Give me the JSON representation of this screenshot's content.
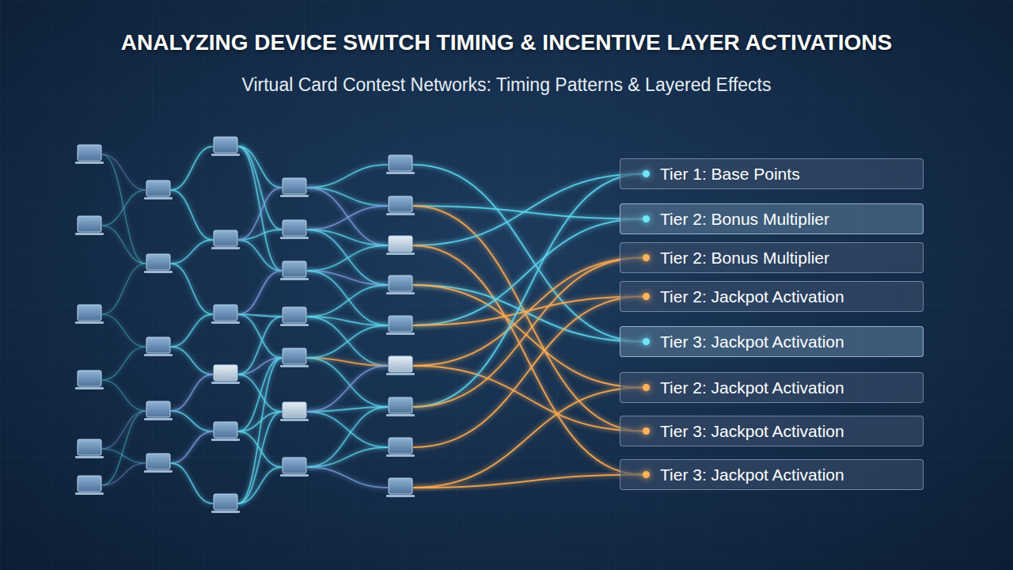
{
  "diagram": {
    "title": "ANALYZING DEVICE SWITCH TIMING & INCENTIVE LAYER ACTIVATIONS",
    "caption": "Virtual Card Contest Networks: Timing Patterns & Layered Effects",
    "nodes": [
      {
        "text": [
          "Tier 1: Base Points"
        ]
      },
      {
        "text": [
          "Tier 2: Bonus Multiplier"
        ]
      },
      {
        "text": [
          "Tier 2: Bonus Multiplier"
        ]
      },
      {
        "text": [
          "Tier 2: Jackpot Activation"
        ]
      },
      {
        "text": [
          "Tier 3: Jackpot Activation"
        ]
      },
      {
        "text": [
          "Tier 2: Jackpot Activation"
        ]
      },
      {
        "text": [
          "Tier 3: Jackpot Activation"
        ]
      },
      {
        "text": [
          "Tier 3: Jackpot Activation"
        ]
      }
    ]
  }
}
